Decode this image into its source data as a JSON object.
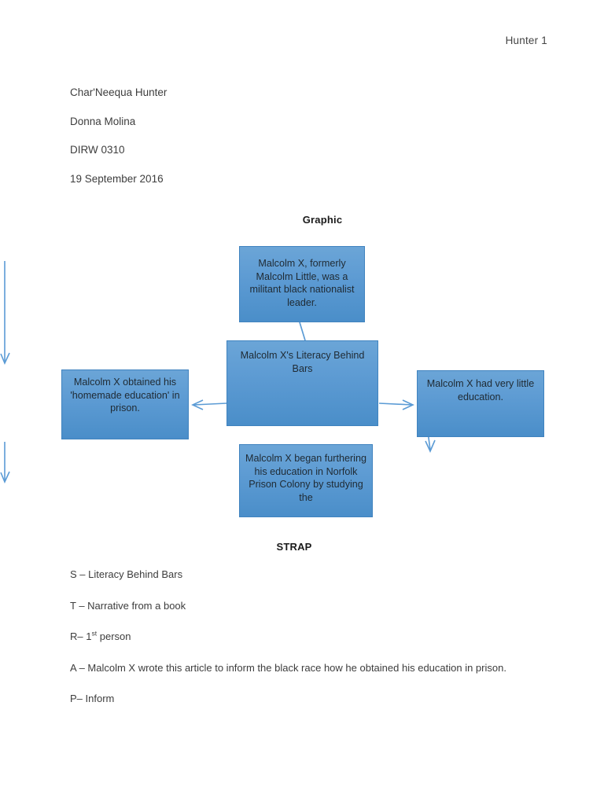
{
  "document": {
    "running_header": "Hunter 1",
    "heading_lines": [
      "Char'Neequa Hunter",
      "Donna Molina",
      "DIRW 0310",
      "19 September 2016"
    ]
  },
  "sections": {
    "graphic_title": "Graphic",
    "strap_title": "STRAP"
  },
  "graphic": {
    "center": "Malcolm X's Literacy Behind Bars",
    "top": "Malcolm X, formerly Malcolm Little, was a militant black nationalist leader.",
    "left": "Malcolm X obtained his 'homemade education' in prison.",
    "right": "Malcolm X had very little education.",
    "bottom": "Malcolm X began furthering his education in Norfolk Prison Colony by studying the",
    "node_fill_top": "#6ba5d7",
    "node_fill_bottom": "#4a8ec9",
    "node_border": "#4083bf",
    "connector_color": "#5b9bd5"
  },
  "strap": {
    "items": [
      {
        "key": "S",
        "dash": "–",
        "text": "Literacy Behind Bars",
        "sup": ""
      },
      {
        "key": "T",
        "dash": "–",
        "text": "Narrative from a book",
        "sup": ""
      },
      {
        "key": "R",
        "dash": "–",
        "text": "person",
        "sup": "st",
        "number": "1"
      },
      {
        "key": "A",
        "dash": "–",
        "text": "Malcolm X wrote this article to inform the black race how he obtained his education in prison.",
        "sup": ""
      },
      {
        "key": "P",
        "dash": "–",
        "text": "Inform",
        "sup": ""
      }
    ],
    "line_s": "S – Literacy Behind Bars",
    "line_t": "T – Narrative from a book",
    "line_r_prefix": "R– 1",
    "line_r_sup": "st",
    "line_r_suffix": " person",
    "line_a": "A – Malcolm X wrote this article to inform the black race how he obtained his education in prison.",
    "line_p": "P– Inform"
  }
}
